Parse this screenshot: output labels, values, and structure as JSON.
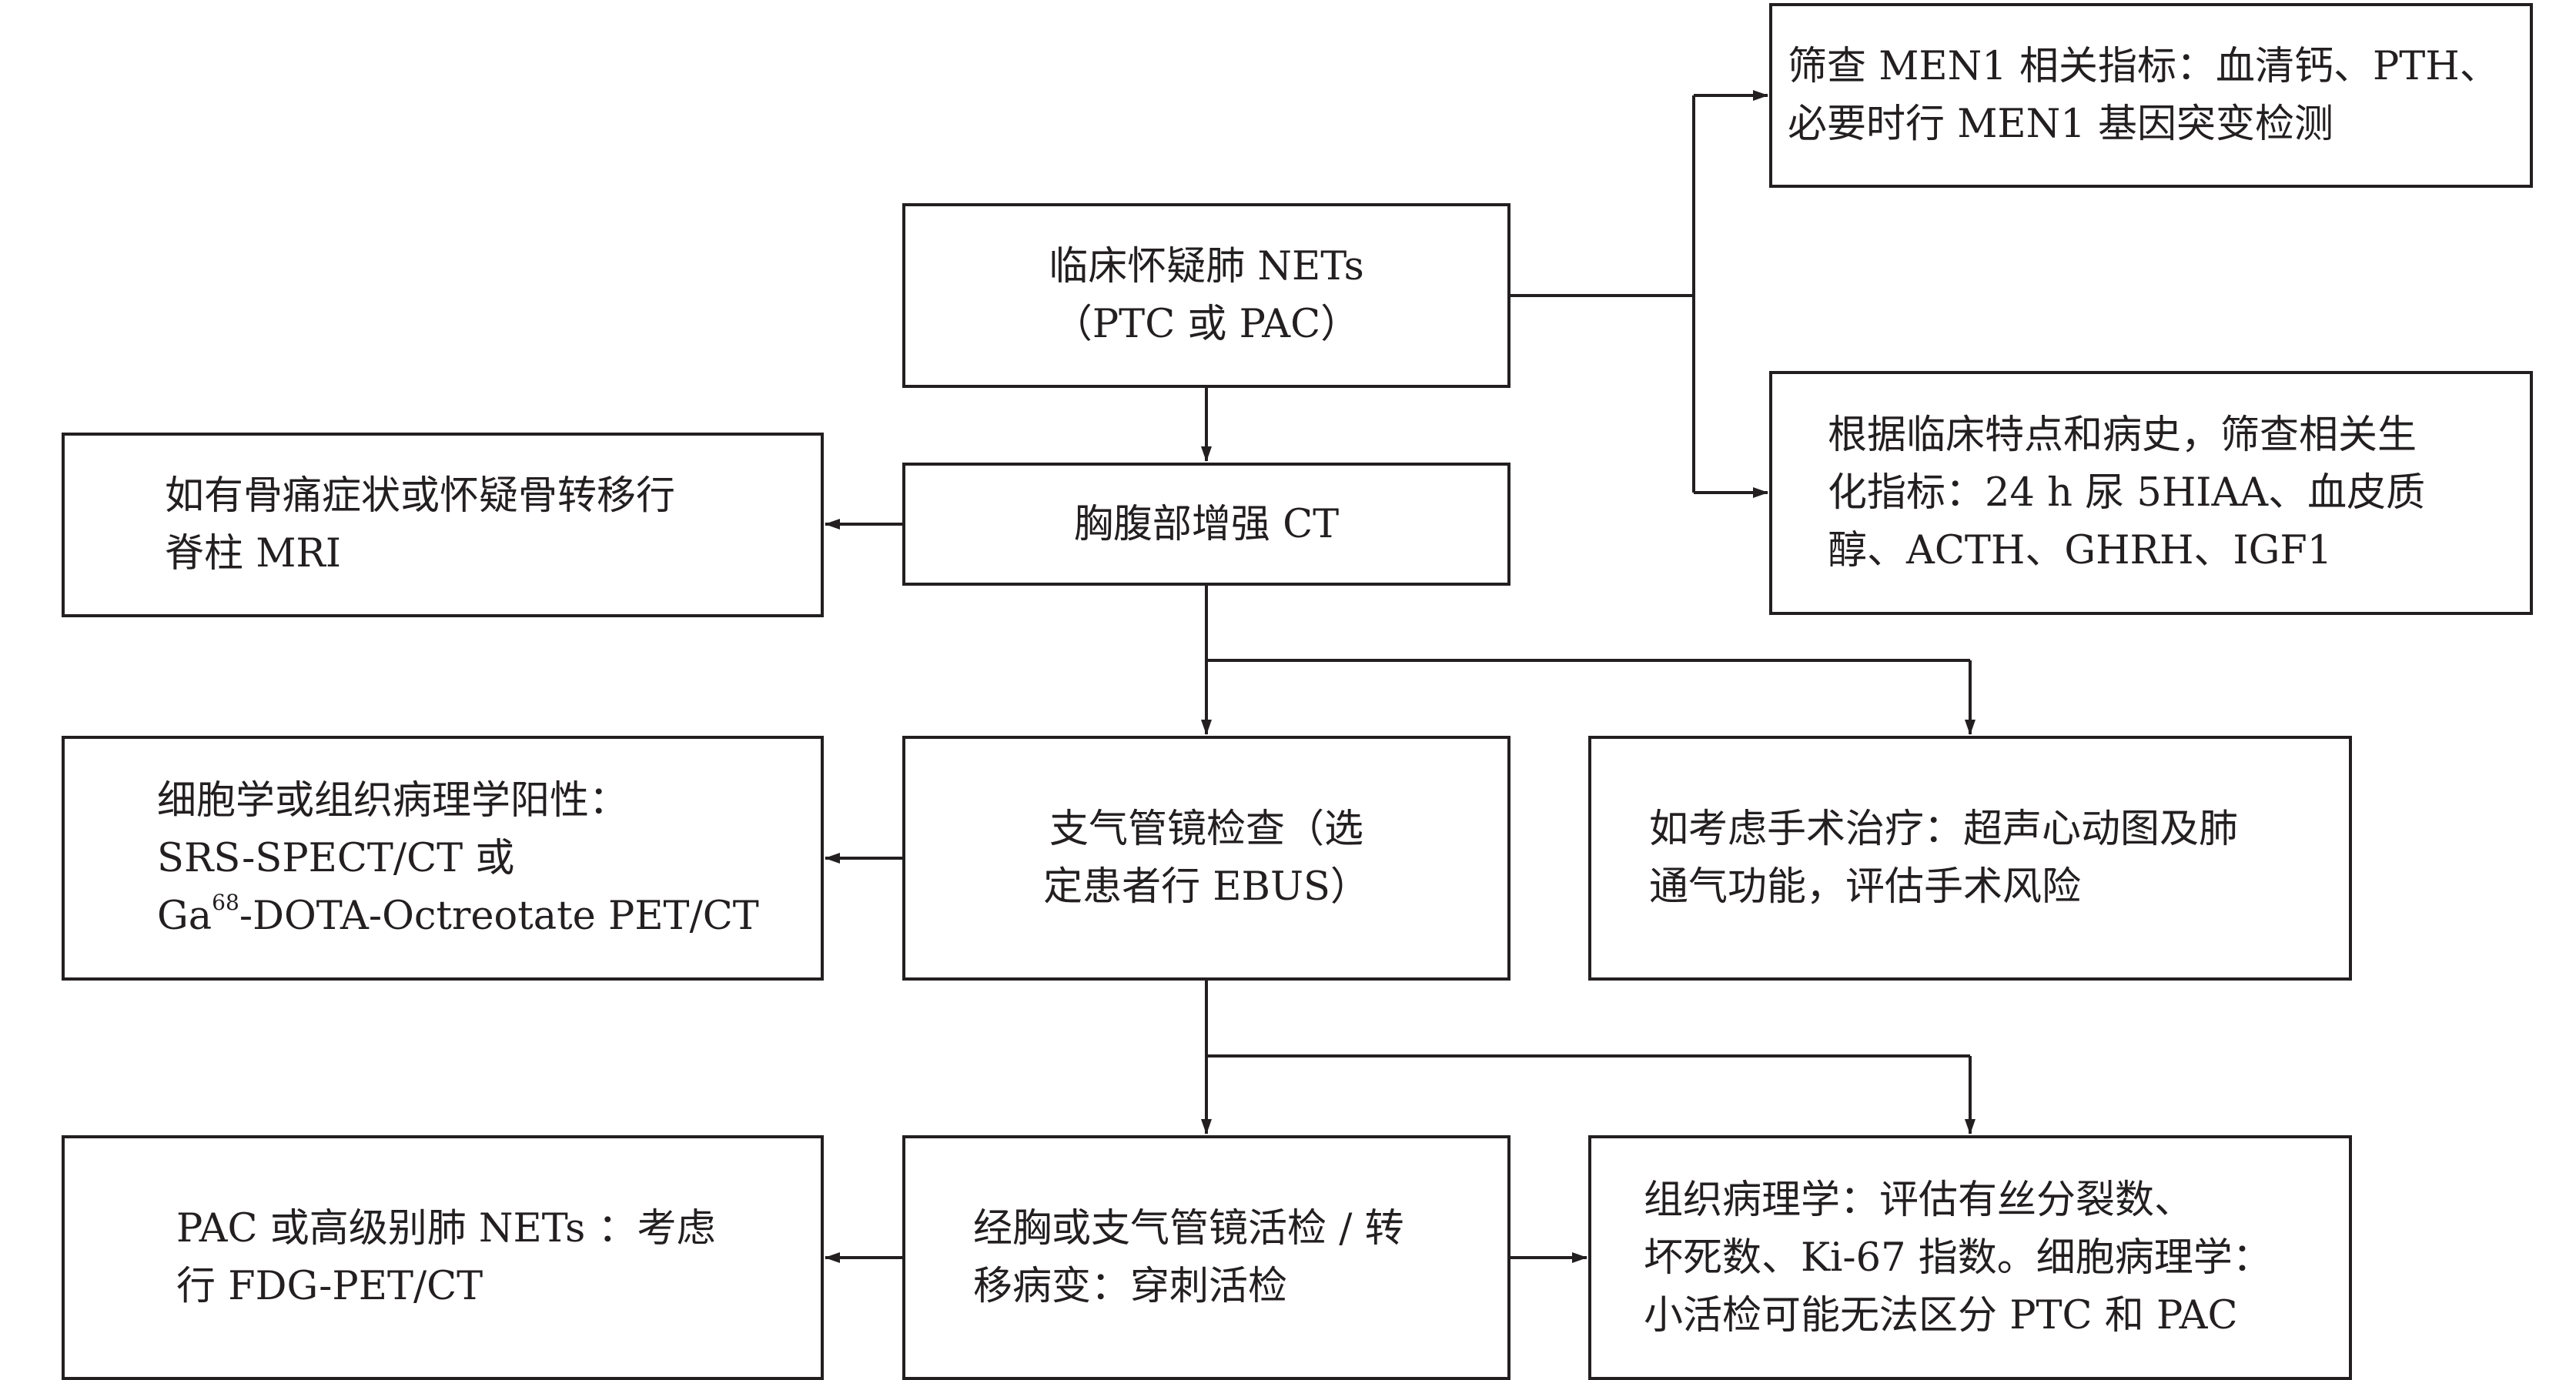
{
  "nodes": {
    "suspect": {
      "lines": [
        "临床怀疑肺 NETs",
        "（PTC 或 PAC）"
      ]
    },
    "ct": {
      "lines": [
        "胸腹部增强 CT"
      ]
    },
    "bronchoscopy": {
      "lines": [
        "支气管镜检查（选",
        "定患者行 EBUS）"
      ]
    },
    "biopsy": {
      "lines": [
        "经胸或支气管镜活检 / 转",
        "移病变：穿刺活检"
      ]
    },
    "mri": {
      "lines": [
        "如有骨痛症状或怀疑骨转移行",
        "脊柱 MRI"
      ]
    },
    "cytology": {
      "line1": "细胞学或组织病理学阳性：",
      "line2": "SRS-SPECT/CT 或",
      "line3_prefix": "Ga",
      "line3_sup": "68",
      "line3_suffix": "-DOTA-Octreotate PET/CT"
    },
    "pac": {
      "lines": [
        "PAC 或高级别肺 NETs ：考虑",
        "行 FDG-PET/CT"
      ]
    },
    "men1": {
      "lines": [
        "筛查 MEN1 相关指标：血清钙、PTH、",
        "必要时行 MEN1 基因突变检测"
      ]
    },
    "markers": {
      "lines": [
        "根据临床特点和病史，筛查相关生",
        "化指标：24 h 尿 5HIAA、血皮质",
        "醇、ACTH、GHRH、IGF1"
      ]
    },
    "surgery": {
      "lines": [
        "如考虑手术治疗：超声心动图及肺",
        "通气功能，评估手术风险"
      ]
    },
    "histopathology": {
      "lines": [
        "组织病理学：评估有丝分裂数、",
        "坏死数、Ki-67 指数。细胞病理学：",
        "小活检可能无法区分 PTC 和 PAC"
      ]
    }
  },
  "colors": {
    "line": "#231f20",
    "background": "#ffffff"
  }
}
